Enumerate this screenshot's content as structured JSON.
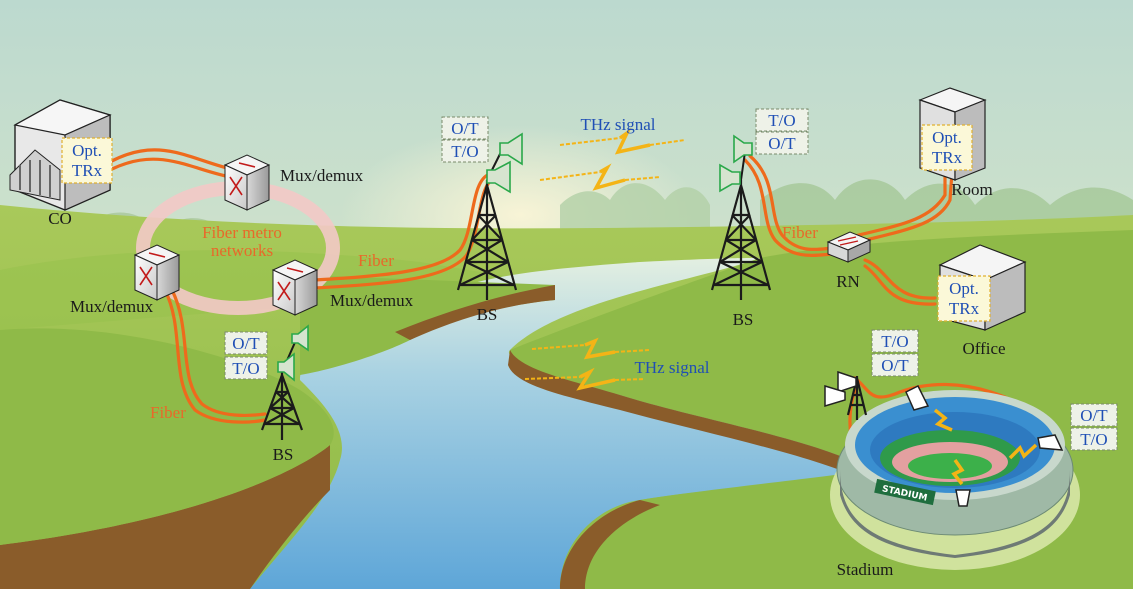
{
  "diagram": {
    "nodes": {
      "co": {
        "label": "CO",
        "trx_line1": "Opt.",
        "trx_line2": "TRx"
      },
      "mux_top": {
        "label": "Mux/demux"
      },
      "mux_left": {
        "label": "Mux/demux"
      },
      "mux_right": {
        "label": "Mux/demux"
      },
      "ring": {
        "line1": "Fiber metro",
        "line2": "networks"
      },
      "bs_center": {
        "label": "BS",
        "tag_top": "O/T",
        "tag_bottom": "T/O"
      },
      "bs_right": {
        "label": "BS",
        "tag_top": "T/O",
        "tag_bottom": "O/T"
      },
      "bs_lower": {
        "label": "BS",
        "tag_top": "O/T",
        "tag_bottom": "T/O"
      },
      "rn": {
        "label": "RN"
      },
      "room": {
        "label": "Room",
        "trx_line1": "Opt.",
        "trx_line2": "TRx"
      },
      "office": {
        "label": "Office",
        "trx_line1": "Opt.",
        "trx_line2": "TRx"
      },
      "stadium": {
        "label": "Stadium",
        "sign": "STADIUM",
        "tag_left_top": "T/O",
        "tag_left_bottom": "O/T",
        "tag_right_top": "O/T",
        "tag_right_bottom": "T/O"
      }
    },
    "links": {
      "fiber_center": "Fiber",
      "fiber_right": "Fiber",
      "fiber_lower": "Fiber",
      "thz_top": "THz signal",
      "thz_middle": "THz signal"
    },
    "colors": {
      "fiber": "#ee6a1c",
      "thz": "#f4b416",
      "label_blue": "#1f4fb5",
      "horn_green": "#2aa84a",
      "grass": "#8fba48",
      "river": "#6fb3dc",
      "sky_top": "#bcd9cf",
      "sky_bottom": "#e2ebc8"
    }
  }
}
